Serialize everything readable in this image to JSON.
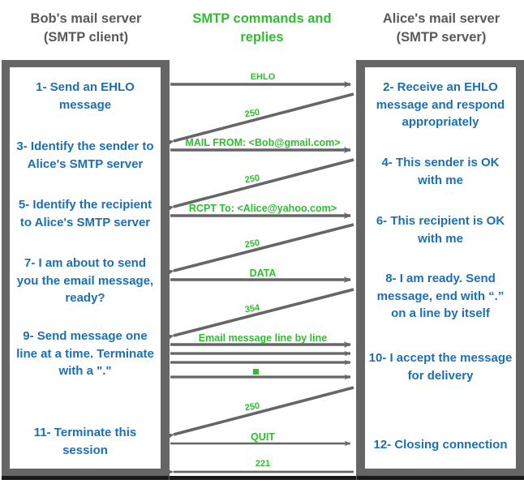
{
  "headers": {
    "left": [
      "Bob's mail server",
      "(SMTP client)"
    ],
    "middle": [
      "SMTP commands and",
      "replies"
    ],
    "right": [
      "Alice's mail server",
      "(SMTP server)"
    ]
  },
  "colors": {
    "client_text": "#1b6fb5",
    "command_green": "#2dbe2d",
    "panel_border": "#666666",
    "header_gray": "#595959",
    "arrow": "#666666"
  },
  "client_steps": [
    {
      "id": "step-1",
      "text": "1- Send an EHLO message"
    },
    {
      "id": "step-3",
      "text": "3- Identify the sender to Alice's SMTP server"
    },
    {
      "id": "step-5",
      "text": "5- Identify the recipient to Alice's SMTP server"
    },
    {
      "id": "step-7",
      "text": "7- I am about to send you the email message, ready?"
    },
    {
      "id": "step-9",
      "text": "9- Send message one line at a time. Terminate with a \".\""
    },
    {
      "id": "step-11",
      "text": "11- Terminate this session"
    }
  ],
  "server_steps": [
    {
      "id": "step-2",
      "text": "2- Receive an EHLO message and respond appropriately"
    },
    {
      "id": "step-4",
      "text": "4- This sender is OK with me"
    },
    {
      "id": "step-6",
      "text": "6- This recipient is OK with me"
    },
    {
      "id": "step-8",
      "text": "8-  I am ready. Send message, end with “.” on a line by itself"
    },
    {
      "id": "step-10",
      "text": "10-  I accept the message for delivery"
    },
    {
      "id": "step-12",
      "text": "12-  Closing connection"
    }
  ],
  "messages": [
    {
      "id": "msg-ehlo",
      "label": "EHLO",
      "direction": "client-to-server"
    },
    {
      "id": "msg-250-a",
      "label": "250",
      "direction": "server-to-client"
    },
    {
      "id": "msg-mail-from",
      "label": "MAIL FROM: <Bob@gmail.com>",
      "direction": "client-to-server"
    },
    {
      "id": "msg-250-b",
      "label": "250",
      "direction": "server-to-client"
    },
    {
      "id": "msg-rcpt-to",
      "label": "RCPT To: <Alice@yahoo.com>",
      "direction": "client-to-server"
    },
    {
      "id": "msg-250-c",
      "label": "250",
      "direction": "server-to-client"
    },
    {
      "id": "msg-data",
      "label": "DATA",
      "direction": "client-to-server"
    },
    {
      "id": "msg-354",
      "label": "354",
      "direction": "server-to-client"
    },
    {
      "id": "msg-email-body",
      "label": "Email message line by line",
      "direction": "client-to-server"
    },
    {
      "id": "msg-body-line-2",
      "label": "",
      "direction": "client-to-server"
    },
    {
      "id": "msg-body-line-3",
      "label": "",
      "direction": "client-to-server"
    },
    {
      "id": "msg-body-dot",
      "label": "",
      "direction": "client-to-server"
    },
    {
      "id": "msg-250-d",
      "label": "250",
      "direction": "server-to-client"
    },
    {
      "id": "msg-quit",
      "label": "QUIT",
      "direction": "client-to-server"
    },
    {
      "id": "msg-221",
      "label": "221",
      "direction": "server-to-client"
    }
  ]
}
